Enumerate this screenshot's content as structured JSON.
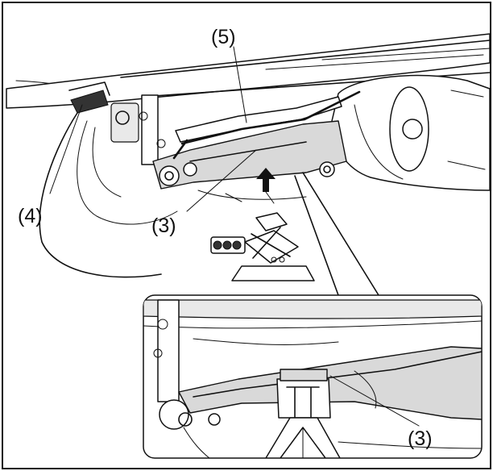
{
  "callouts": {
    "label_5": "(5)",
    "label_4": "(4)",
    "label_3_main": "(3)",
    "label_3_detail": "(3)"
  },
  "colors": {
    "line": "#111111",
    "shade": "#d9d9d9",
    "background": "#ffffff"
  },
  "icons": {
    "lift_arrow": "up-arrow-icon"
  }
}
